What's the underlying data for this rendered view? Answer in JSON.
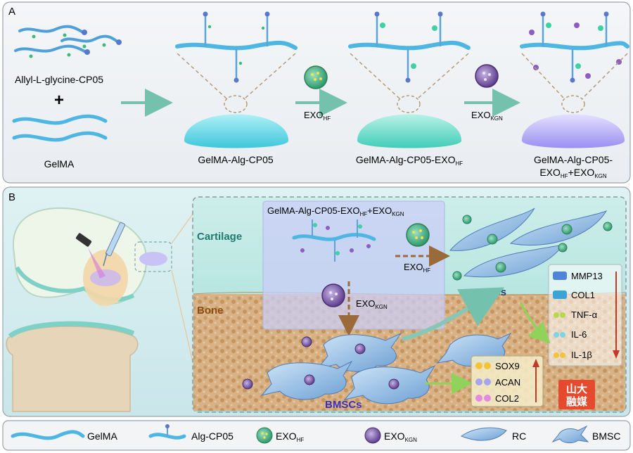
{
  "panel_a": {
    "letter": "A",
    "inputs": {
      "allyl": "Allyl-L-glycine-CP05",
      "plus": "+",
      "gelma": "GelMA"
    },
    "hydrogels": [
      {
        "label": "GelMA-Alg-CP05"
      },
      {
        "label": "GelMA-Alg-CP05-EXO",
        "sub": "HF"
      },
      {
        "label_line1": "GelMA-Alg-CP05-",
        "line2_a": "EXO",
        "line2_a_sub": "HF",
        "line2_plus": "+EXO",
        "line2_b_sub": "KGN"
      }
    ],
    "arrows": [
      {
        "label": "EXO",
        "sub": "HF"
      },
      {
        "label": "EXO",
        "sub": "KGN"
      }
    ]
  },
  "panel_b": {
    "letter": "B",
    "zones": {
      "cartilage": "Cartilage",
      "bone": "Bone"
    },
    "title": {
      "a": "GelMA-Alg-CP05-EXO",
      "a_sub": "HF",
      "plus": "+EXO",
      "b_sub": "KGN"
    },
    "exo_hf_label": {
      "text": "EXO",
      "sub": "HF"
    },
    "exo_kgn_label": {
      "text": "EXO",
      "sub": "KGN"
    },
    "rcs": "RCs",
    "bmscs": "BMSCs",
    "down_markers": [
      "MMP13",
      "COL1",
      "TNF-α",
      "IL-6",
      "IL-1β"
    ],
    "up_markers": [
      "SOX9",
      "ACAN",
      "COL2"
    ],
    "watermark": "山大\n融媒"
  },
  "legend": [
    {
      "label": "GelMA",
      "icon": "gelma-strand-icon"
    },
    {
      "label": "Alg-CP05",
      "icon": "alg-cp05-strand-icon"
    },
    {
      "label": "EXO",
      "sub": "HF",
      "icon": "exo-hf-icon"
    },
    {
      "label": "EXO",
      "sub": "KGN",
      "icon": "exo-kgn-icon"
    },
    {
      "label": "RC",
      "icon": "rc-cell-icon"
    },
    {
      "label": "BMSC",
      "icon": "bmsc-cell-icon"
    }
  ],
  "colors": {
    "gelma": "#49b8e6",
    "hydrogel": "#6fd8e6",
    "exo_hf": "#3aa97a",
    "exo_kgn": "#7b5aa6",
    "arrow": "#6fbfa9",
    "brown_arrow": "#9a6a3a",
    "bone": "#d9b48c",
    "cartilage": "#bfe7e3",
    "red_arrow": "#c0392b"
  }
}
